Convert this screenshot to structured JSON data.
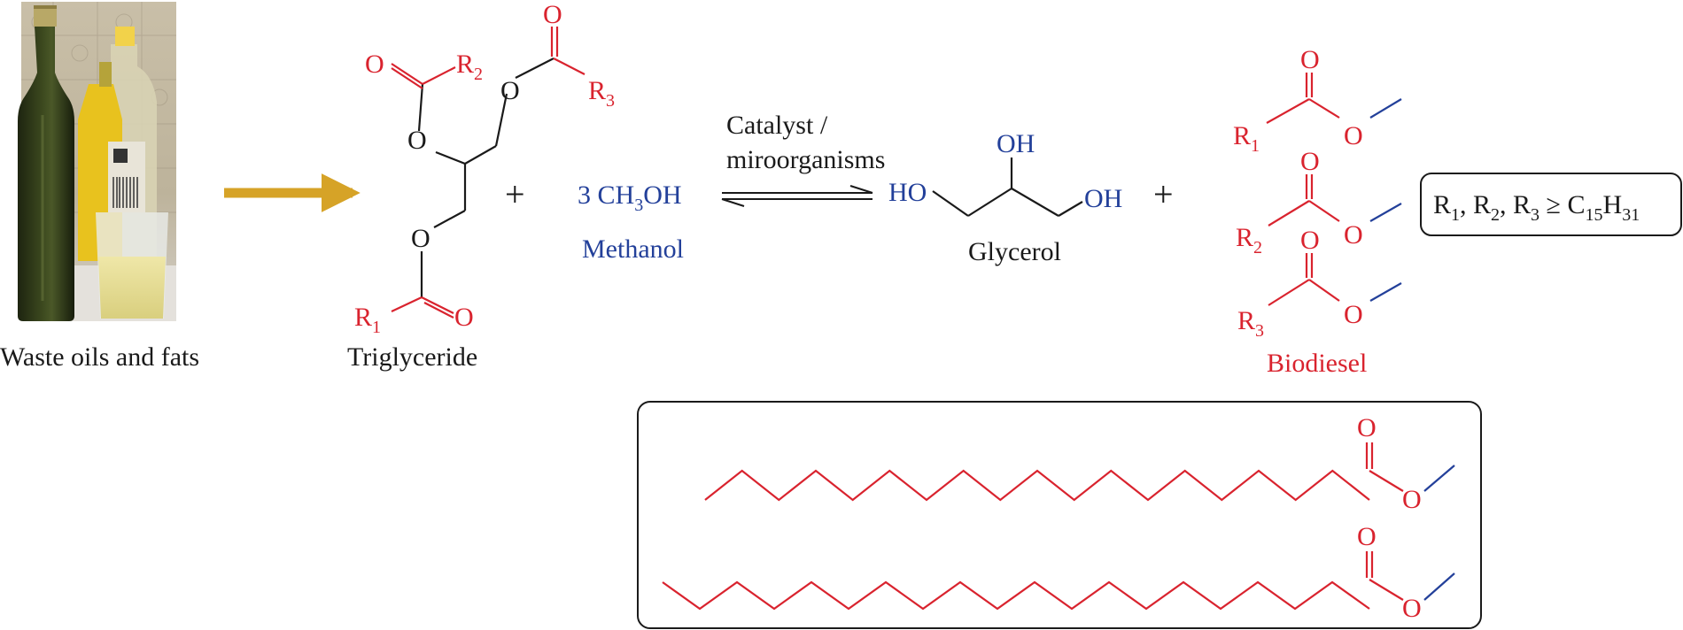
{
  "colors": {
    "red": "#d9232e",
    "blue": "#23409a",
    "black": "#1a1a1a",
    "arrow": "#d6a327"
  },
  "photo": {
    "caption": "Waste oils and fats"
  },
  "triglyceride": {
    "name": "Triglyceride",
    "O": "O",
    "R": "R",
    "sub1": "1",
    "sub2": "2",
    "sub3": "3"
  },
  "plus": "+",
  "methanol": {
    "coef": "3 ",
    "ch": "CH",
    "sub": "3",
    "oh": "OH",
    "name": "Methanol"
  },
  "conditions": {
    "line1": "Catalyst /",
    "line2": "miroorganisms"
  },
  "glycerol": {
    "name": "Glycerol",
    "oh": "OH",
    "ho": "HO"
  },
  "biodiesel": {
    "name": "Biodiesel",
    "O": "O",
    "R": "R",
    "sub1": "1",
    "sub2": "2",
    "sub3": "3"
  },
  "condition_box": {
    "r": "R",
    "s1": "1",
    "s2": "2",
    "s3": "3",
    "sep": ", ",
    "geq": " ≥ C",
    "c_sub": "15",
    "h": "H",
    "h_sub": "31"
  },
  "chains": {
    "O": "O"
  }
}
